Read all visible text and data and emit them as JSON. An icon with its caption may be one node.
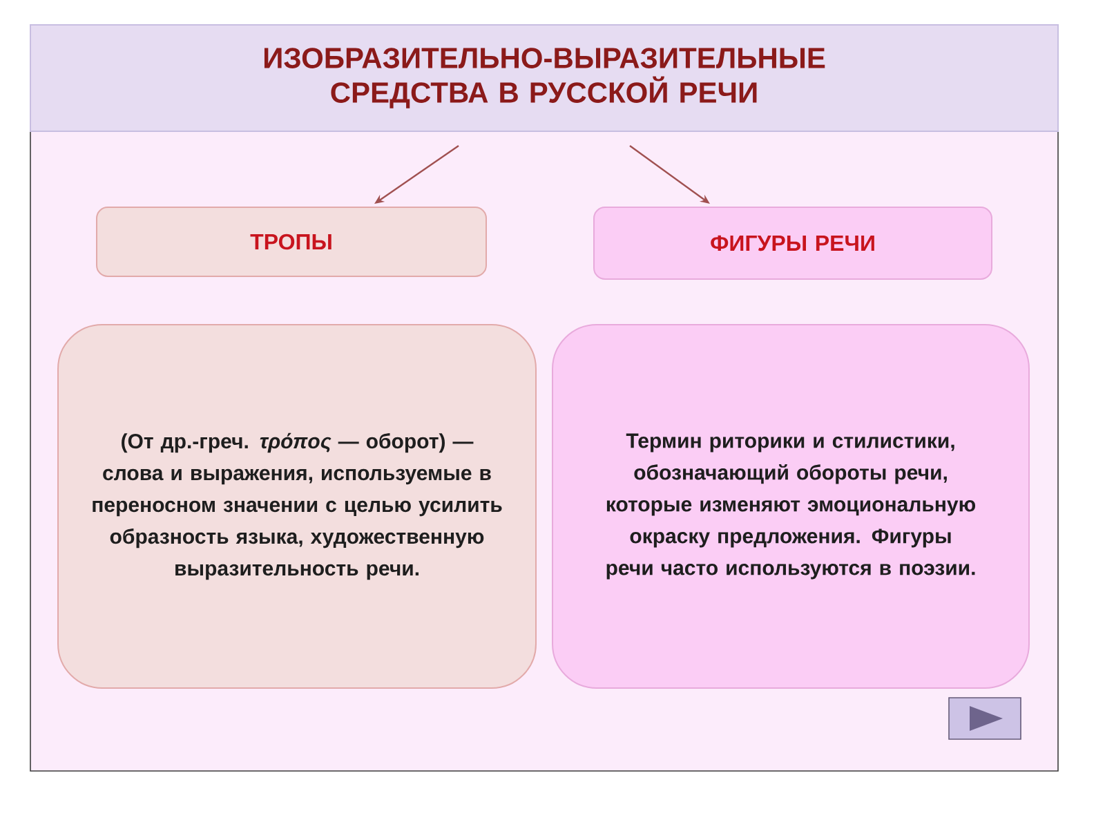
{
  "diagram": {
    "nodes": [
      {
        "text": [
          "ИЗОБРАЗИТЕЛЬНО-ВЫРАЗИТЕЛЬНЫЕ СРЕДСТВА В РУССКОЙ РЕЧИ"
        ]
      },
      {
        "text": [
          "ТРОПЫ"
        ]
      },
      {
        "text": [
          "ФИГУРЫ РЕЧИ"
        ]
      },
      {
        "text": [
          "(От др.-греч. *τρόπος* — оборот) — слова и выражения, используемые в переносном значении с целью усилить образность языка, художественную выразительность речи."
        ]
      },
      {
        "text": [
          "Термин риторики и стилистики, обозначающий обороты речи, которые изменяют эмоциональную окраску предложения. Фигуры речи часто используются в поэзии."
        ]
      }
    ],
    "edges": [
      {
        "from": 0,
        "to": 1,
        "arrow": "to"
      },
      {
        "from": 0,
        "to": 2,
        "arrow": "to"
      }
    ]
  }
}
